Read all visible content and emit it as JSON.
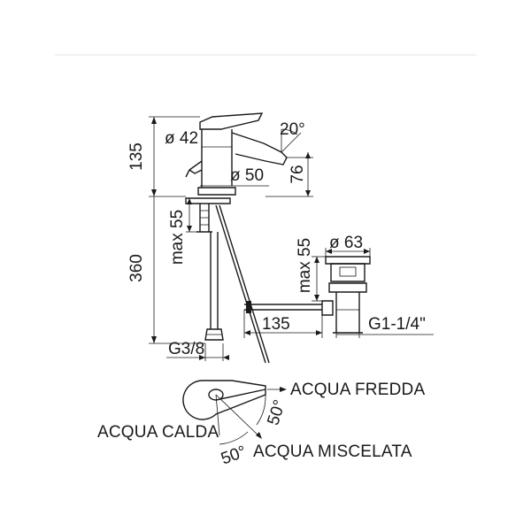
{
  "dimensions": {
    "height_body": "135",
    "dia_top": "ø 42",
    "angle_spout": "20°",
    "height_spout": "76",
    "dia_base": "ø 50",
    "max_thickness": "max 55",
    "height_total": "360",
    "dia_waste": "ø 63",
    "max_waste": "max 55",
    "rod_length": "135",
    "thread_hose": "G3/8",
    "thread_waste": "G1-1/4\""
  },
  "lever": {
    "cold": "ACQUA FREDDA",
    "hot": "ACQUA CALDA",
    "mixed": "ACQUA MISCELATA",
    "angle_cold": "50°",
    "angle_hot": "50°"
  }
}
